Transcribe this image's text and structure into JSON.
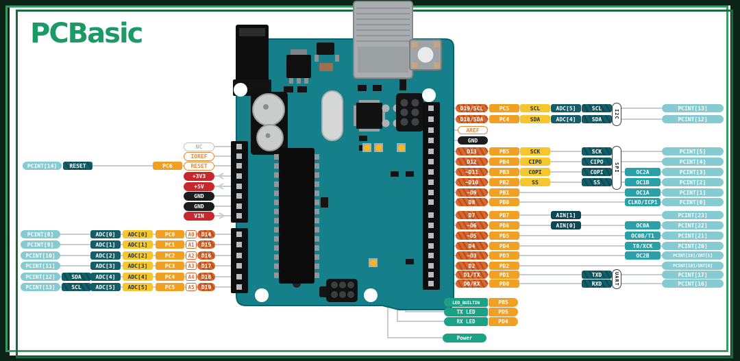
{
  "logo": {
    "text": "PCBasic"
  },
  "reset_row": {
    "pcint": "PCINT[14]",
    "signal": "RESET"
  },
  "power_pins": [
    {
      "pin": "NC",
      "style": "nc"
    },
    {
      "pin": "IOREF",
      "style": "ref"
    },
    {
      "pin": "RESET",
      "style": "ref",
      "port": "PC6"
    },
    {
      "pin": "+3V3",
      "style": "power",
      "arrow": "left"
    },
    {
      "pin": "+5V",
      "style": "power",
      "arrow": "left"
    },
    {
      "pin": "GND",
      "style": "gnd"
    },
    {
      "pin": "GND",
      "style": "gnd"
    },
    {
      "pin": "VIN",
      "style": "power",
      "arrow": "right"
    }
  ],
  "analog_rows": [
    {
      "pcint": "PCINT[8]",
      "bus": "",
      "adc_internal": "ADC[0]",
      "adc": "ADC[0]",
      "port": "PC0",
      "analog": "A0",
      "digital": "D14"
    },
    {
      "pcint": "PCINT[9]",
      "bus": "",
      "adc_internal": "ADC[1]",
      "adc": "ADC[1]",
      "port": "PC1",
      "analog": "A1",
      "digital": "D15"
    },
    {
      "pcint": "PCINT[10]",
      "bus": "",
      "adc_internal": "ADC[2]",
      "adc": "ADC[2]",
      "port": "PC2",
      "analog": "A2",
      "digital": "D16"
    },
    {
      "pcint": "PCINT[11]",
      "bus": "",
      "adc_internal": "ADC[3]",
      "adc": "ADC[3]",
      "port": "PC3",
      "analog": "A3",
      "digital": "D17"
    },
    {
      "pcint": "PCINT[12]",
      "bus": "SDA",
      "adc_internal": "ADC[4]",
      "adc": "ADC[4]",
      "port": "PC4",
      "analog": "A4",
      "digital": "D18"
    },
    {
      "pcint": "PCINT[13]",
      "bus": "SCL",
      "adc_internal": "ADC[5]",
      "adc": "ADC[5]",
      "port": "PC5",
      "analog": "A5",
      "digital": "D19"
    }
  ],
  "right_rows": [
    {
      "digital": "D19/SCL",
      "port": "PC5",
      "fn": "SCL",
      "adc": "ADC[5]",
      "bus": "SCL",
      "pcint": "PCINT[13]",
      "group": "I2C"
    },
    {
      "digital": "D18/SDA",
      "port": "PC4",
      "fn": "SDA",
      "adc": "ADC[4]",
      "bus": "SDA",
      "pcint": "PCINT[12]",
      "group": "I2C"
    },
    {
      "digital": "AREF",
      "style": "ref"
    },
    {
      "digital": "GND",
      "style": "gnd"
    },
    {
      "digital": "D13",
      "port": "PB5",
      "fn": "SCK",
      "bus": "SCK",
      "pcint": "PCINT[5]",
      "group": "SPI"
    },
    {
      "digital": "D12",
      "port": "PB4",
      "fn": "CIPO",
      "bus": "CIPO",
      "pcint": "PCINT[4]",
      "group": "SPI"
    },
    {
      "digital": "~D11",
      "port": "PB3",
      "fn": "COPI",
      "bus": "COPI",
      "timer": "OC2A",
      "pcint": "PCINT[3]",
      "group": "SPI"
    },
    {
      "digital": "~D10",
      "port": "PB2",
      "fn": "SS",
      "bus": "SS",
      "timer": "OC1B",
      "pcint": "PCINT[2]",
      "group": "SPI"
    },
    {
      "digital": "~D9",
      "port": "PB1",
      "timer": "OC1A",
      "pcint": "PCINT[1]"
    },
    {
      "digital": "D8",
      "port": "PB0",
      "timer": "CLKO/ICP1",
      "pcint": "PCINT[0]"
    },
    {
      "digital": "D7",
      "port": "PD7",
      "comparator": "AIN[1]",
      "pcint": "PCINT[23]"
    },
    {
      "digital": "~D6",
      "port": "PD6",
      "comparator": "AIN[0]",
      "timer": "OC0A",
      "pcint": "PCINT[22]"
    },
    {
      "digital": "~D5",
      "port": "PD5",
      "timer": "OC0B/T1",
      "pcint": "PCINT[21]"
    },
    {
      "digital": "D4",
      "port": "PD4",
      "timer": "T0/XCK",
      "pcint": "PCINT[20]"
    },
    {
      "digital": "~D3",
      "port": "PD3",
      "timer": "OC2B",
      "pcint": "PCINT[19]/INT[1]"
    },
    {
      "digital": "D2",
      "port": "PD2",
      "pcint": "PCINT[18]/INT[0]"
    },
    {
      "digital": "D1/TX",
      "port": "PD1",
      "bus": "TXD",
      "pcint": "PCINT[17]",
      "group": "UART"
    },
    {
      "digital": "D0/RX",
      "port": "PD0",
      "bus": "RXD",
      "pcint": "PCINT[16]",
      "group": "UART"
    }
  ],
  "bus_brackets": [
    {
      "label": "I2C"
    },
    {
      "label": "SPI"
    },
    {
      "label": "UART"
    }
  ],
  "led_labels": [
    {
      "label": "LED_BUILTIN",
      "port": "PB5"
    },
    {
      "label": "TX LED",
      "port": "PD5"
    },
    {
      "label": "RX LED",
      "port": "PD4"
    }
  ],
  "power_label": "Power",
  "colors": {
    "board": "#15808A",
    "teal_light": "#85CBD1",
    "teal_dark": "#135E69",
    "teal_mid": "#2AA0A8",
    "comparator": "#0E4653",
    "green": "#1BA183",
    "orange": "#F2A024",
    "orange_dark": "#DF662B",
    "yellow": "#F6C62E",
    "red": "#C5282D",
    "black": "#1B1C1E",
    "wire": "#C9CCCE",
    "frame_light": "#3C9B62",
    "frame_dark": "#1A6B3C",
    "logo_green": "#1B9A67"
  }
}
